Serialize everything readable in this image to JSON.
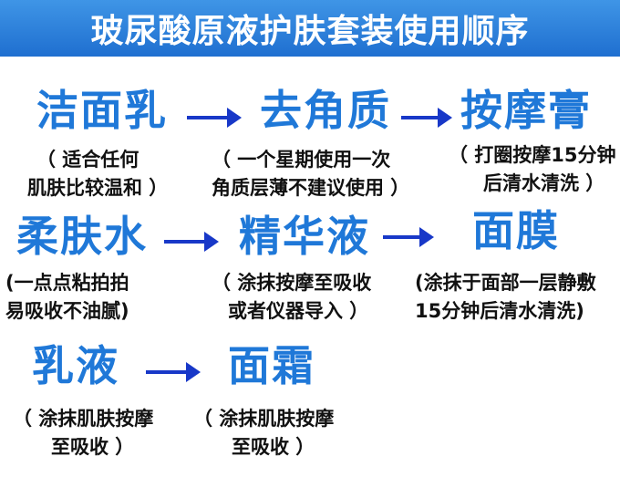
{
  "title": "玻尿酸原液护肤套装使用顺序",
  "steps": [
    {
      "name": "洁面乳",
      "note": [
        "（ 适合任何",
        "肌肤比较温和 ）"
      ]
    },
    {
      "name": "去角质",
      "note": [
        "（ 一个星期使用一次",
        "角质层薄不建议使用 ）"
      ]
    },
    {
      "name": "按摩膏",
      "note": [
        "（ 打圈按摩15分钟",
        "后清水清洗 ）"
      ]
    },
    {
      "name": "柔肤水",
      "note": [
        "(一点点粘拍拍",
        "易吸收不油腻)"
      ]
    },
    {
      "name": "精华液",
      "note": [
        "（ 涂抹按摩至吸收",
        "或者仪器导入 ）"
      ]
    },
    {
      "name": "面膜",
      "note": [
        "(涂抹于面部一层静敷",
        "15分钟后清水清洗)"
      ]
    },
    {
      "name": "乳液",
      "note": [
        "（ 涂抹肌肤按摩",
        "至吸收 ）"
      ]
    },
    {
      "name": "面霜",
      "note": [
        "（ 涂抹肌肤按摩",
        "至吸收 ）"
      ]
    }
  ],
  "colors": {
    "banner": "#1f6fd0",
    "step": "#1f78d8",
    "arrow": "#1838c8"
  }
}
